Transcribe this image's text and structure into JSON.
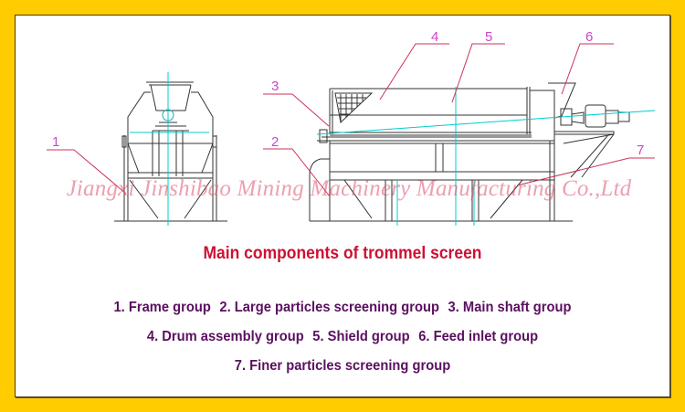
{
  "diagram": {
    "watermark": "Jiangxi Jinshibao Mining Machinery Manufacturing Co.,Ltd",
    "callouts": [
      {
        "number": "1",
        "target": "frame"
      },
      {
        "number": "2",
        "target": "large-particles-screen"
      },
      {
        "number": "3",
        "target": "main-shaft"
      },
      {
        "number": "4",
        "target": "drum-assembly"
      },
      {
        "number": "5",
        "target": "shield"
      },
      {
        "number": "6",
        "target": "feed-inlet"
      },
      {
        "number": "7",
        "target": "finer-particles-screen"
      }
    ],
    "colors": {
      "background": "#ffcc00",
      "panel": "#ffffff",
      "title": "#cc1133",
      "legend_text": "#5a1060",
      "callout_number": "#cc44cc",
      "leader_line": "#cc3355",
      "centerline": "#00cccc",
      "drawing_line": "#333333",
      "watermark": "#e07090"
    }
  },
  "title": "Main components of trommel screen",
  "legend": {
    "line1": [
      "1. Frame group",
      "2. Large particles screening group",
      "3. Main shaft group"
    ],
    "line2": [
      "4. Drum assembly group",
      "5. Shield group",
      "6. Feed inlet group"
    ],
    "line3": [
      "7. Finer particles screening group"
    ]
  }
}
